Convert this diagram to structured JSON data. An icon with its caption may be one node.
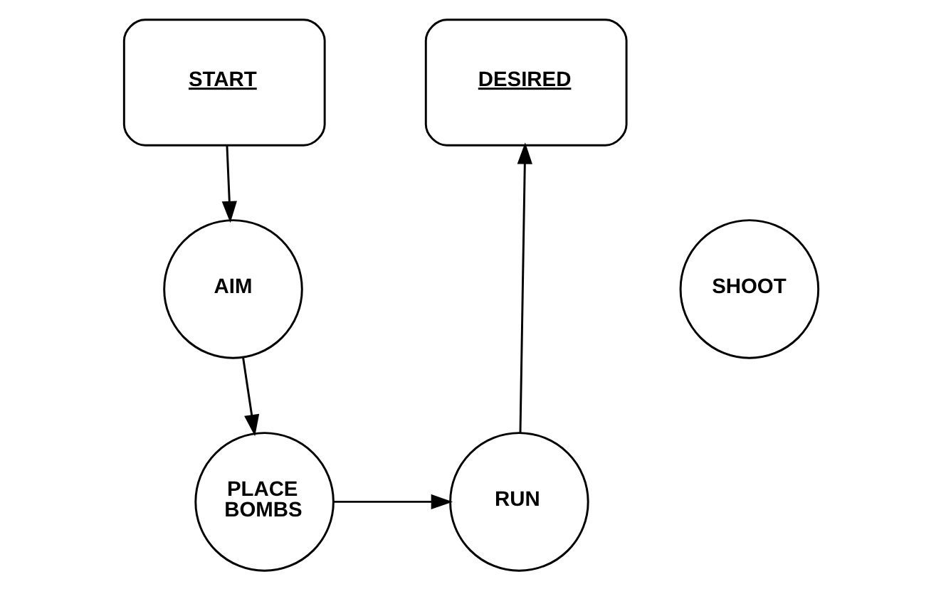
{
  "diagram": {
    "nodes": [
      {
        "text": [
          "START"
        ]
      },
      {
        "text": [
          "DESIRED"
        ]
      },
      {
        "text": [
          "AIM"
        ]
      },
      {
        "text": [
          "SHOOT"
        ]
      },
      {
        "text": [
          "PLACE BOMBS"
        ]
      },
      {
        "text": [
          "RUN"
        ]
      }
    ],
    "edges": [
      {
        "from": 0,
        "to": 2,
        "arrow": "to"
      },
      {
        "from": 2,
        "to": 4,
        "arrow": "to"
      },
      {
        "from": 4,
        "to": 5,
        "arrow": "to"
      },
      {
        "from": 5,
        "to": 1,
        "arrow": "to"
      }
    ]
  }
}
